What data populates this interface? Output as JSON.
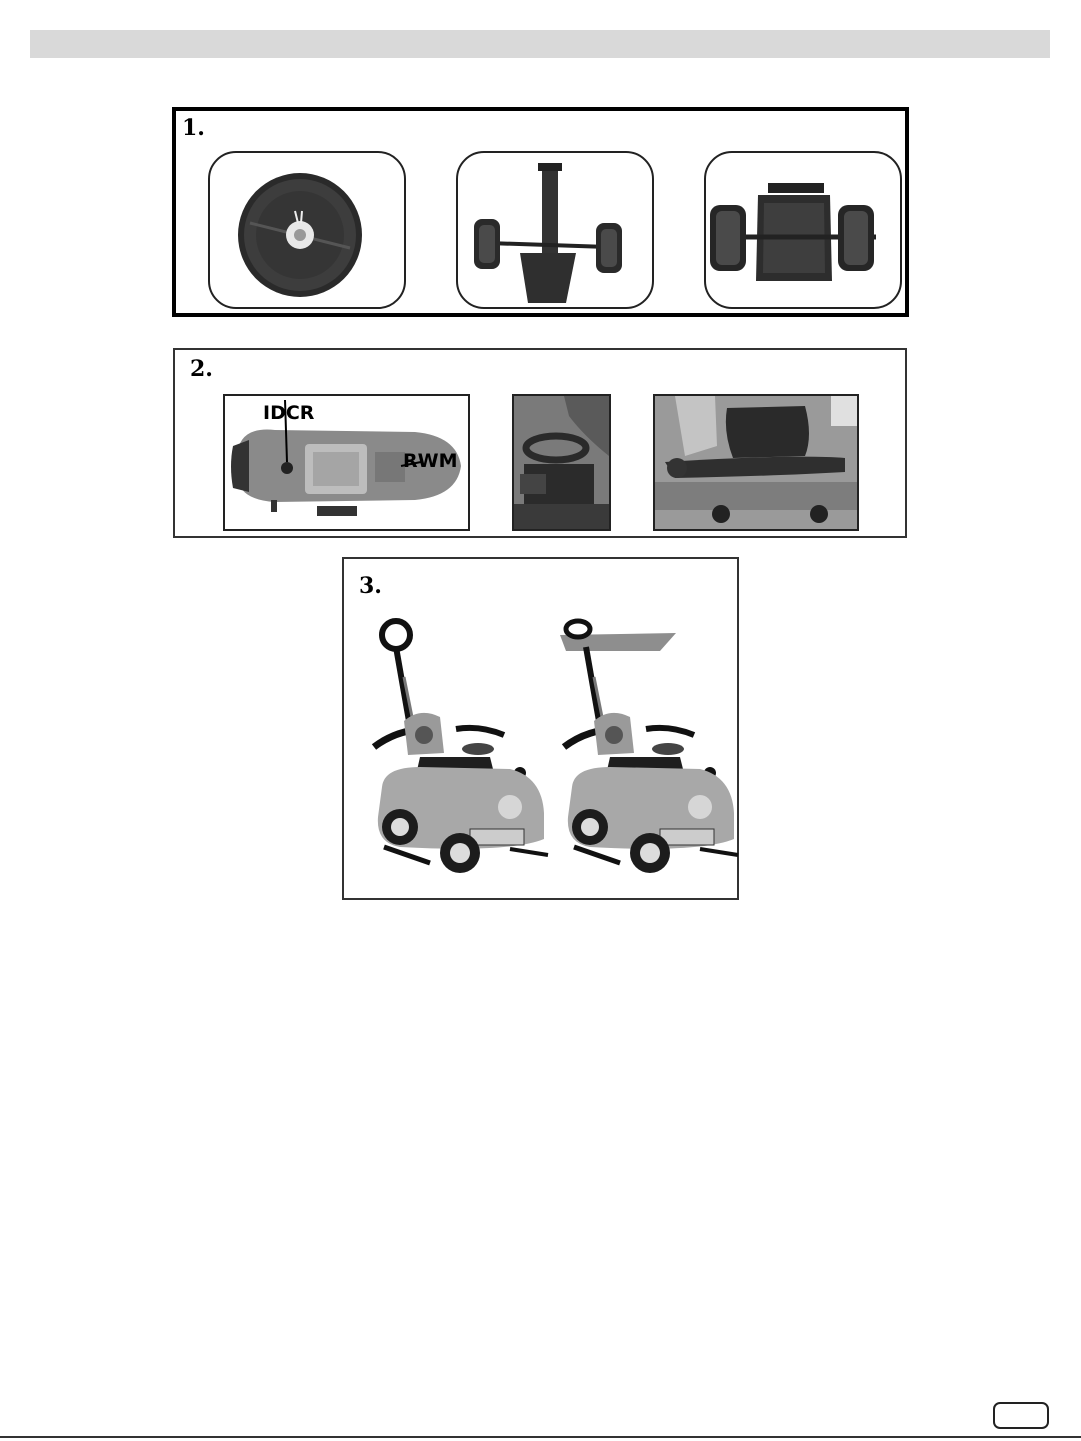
{
  "panels": [
    {
      "label": "1."
    },
    {
      "label": "2.",
      "callouts": [
        "IDCR",
        "RWM"
      ]
    },
    {
      "label": "3."
    }
  ],
  "page_number": ""
}
